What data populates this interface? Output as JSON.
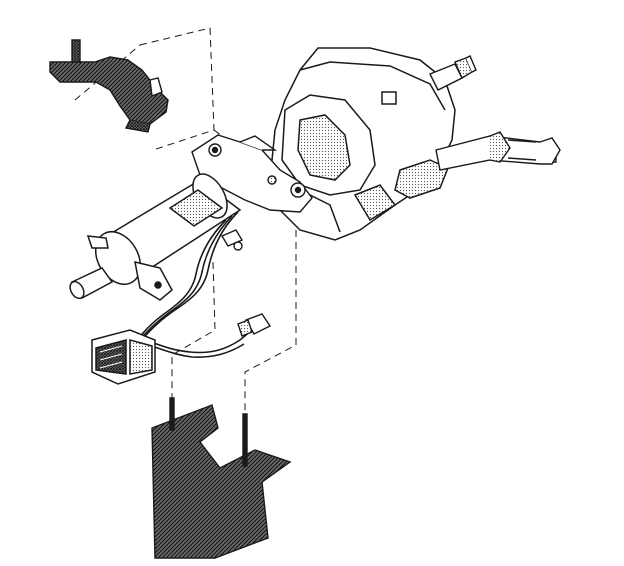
{
  "diagram": {
    "colors": {
      "line": "#1a1a1a",
      "fill_light": "#ffffff",
      "fill_shade": "#d9d9d9",
      "fill_dark": "#4a4a4a",
      "hatch": "#111111"
    },
    "parts": [
      "steering-column-assembly",
      "upper-bracket",
      "lower-knee-bolster-bracket",
      "wiring-harness",
      "harness-connector",
      "ignition-switch",
      "steering-shaft",
      "multifunction-switch-lever"
    ]
  }
}
